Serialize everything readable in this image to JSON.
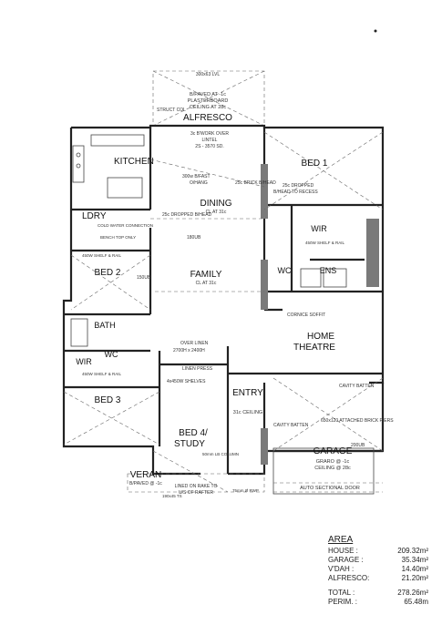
{
  "rooms": {
    "alfresco": "ALFRESCO",
    "kitchen": "KITCHEN",
    "bed1": "BED 1",
    "dining": "DINING",
    "dining_cl": "CL AT 31c",
    "ldry": "LDRY",
    "bed2": "BED 2",
    "family": "FAMILY",
    "family_cl": "CL AT 31c",
    "wir1": "WIR",
    "wc1": "WC",
    "ens": "ENS",
    "bath": "BATH",
    "home": "HOME",
    "theatre": "THEATRE",
    "wir2": "WIR",
    "wc2": "WC",
    "bed3": "BED 3",
    "entry": "ENTRY",
    "entry_cl": "31c CEILING",
    "bed4": "BED 4/",
    "study": "STUDY",
    "garage": "GARAGE",
    "veran": "VERAN"
  },
  "notes": {
    "alf_top": "300x63 LVL",
    "alf_paved": "B/PAVED AT -1c",
    "alf_ceiling1": "PLASTERBOARD",
    "alf_ceiling2": "CEILING AT 28c",
    "struct_col": "STRUCT COL",
    "lintel1": "3c B'WORK OVER",
    "lintel2": "LINTEL",
    "lintel3": "2S - 3570 SD.",
    "bfast": "300w B/FAST",
    "ohang": "O/HANG",
    "brick_bh": "25c BRICK B/HEAD",
    "dropped1": "25c DROPPED B/HEAD",
    "ub180": "180UB",
    "ub150": "150UB",
    "bed1_drop1": "25c DROPPED",
    "bed1_drop2": "B/HEAD TO RECESS",
    "shelf": "450W SHELF & RAIL",
    "cold_water": "COLD WATER CONNECTION",
    "bench": "BENCH TOP ONLY",
    "cornice1": "CORNICE SOFFIT",
    "cornice2": "OVER LINEN",
    "cornice3": "2700H x 2400H",
    "linen": "LINEN PRESS",
    "shelves": "4x450W SHELVES",
    "cavity": "CAVITY BATTEN",
    "attached": "650x120 ATTACHED BRICK PIERS",
    "garage_paved": "GRARO @ -1c",
    "garage_ceiling": "CEILING @ 28c",
    "ub200": "200UB",
    "auto_door": "AUTO SECTIONAL DOOR",
    "veran_paved": "B/PAVED @ -1c",
    "lined1": "LINED ON RAKE TO",
    "lined2": "U/S OF RAFTER",
    "column": "50mm LB COLUMN",
    "rwp": "75mm Ø RWP",
    "lvl": "190x45 TS",
    "hs": "HOME THEATRE"
  },
  "area": {
    "heading": "AREA",
    "house_label": "HOUSE :",
    "house_value": "209.32m²",
    "garage_label": "GARAGE :",
    "garage_value": "35.34m²",
    "vdah_label": "V'DAH :",
    "vdah_value": "14.40m²",
    "alfresco_label": "ALFRESCO:",
    "alfresco_value": "21.20m²",
    "total_label": "TOTAL :",
    "total_value": "278.26m²",
    "perim_label": "PERIM. :",
    "perim_value": "65.48m"
  }
}
